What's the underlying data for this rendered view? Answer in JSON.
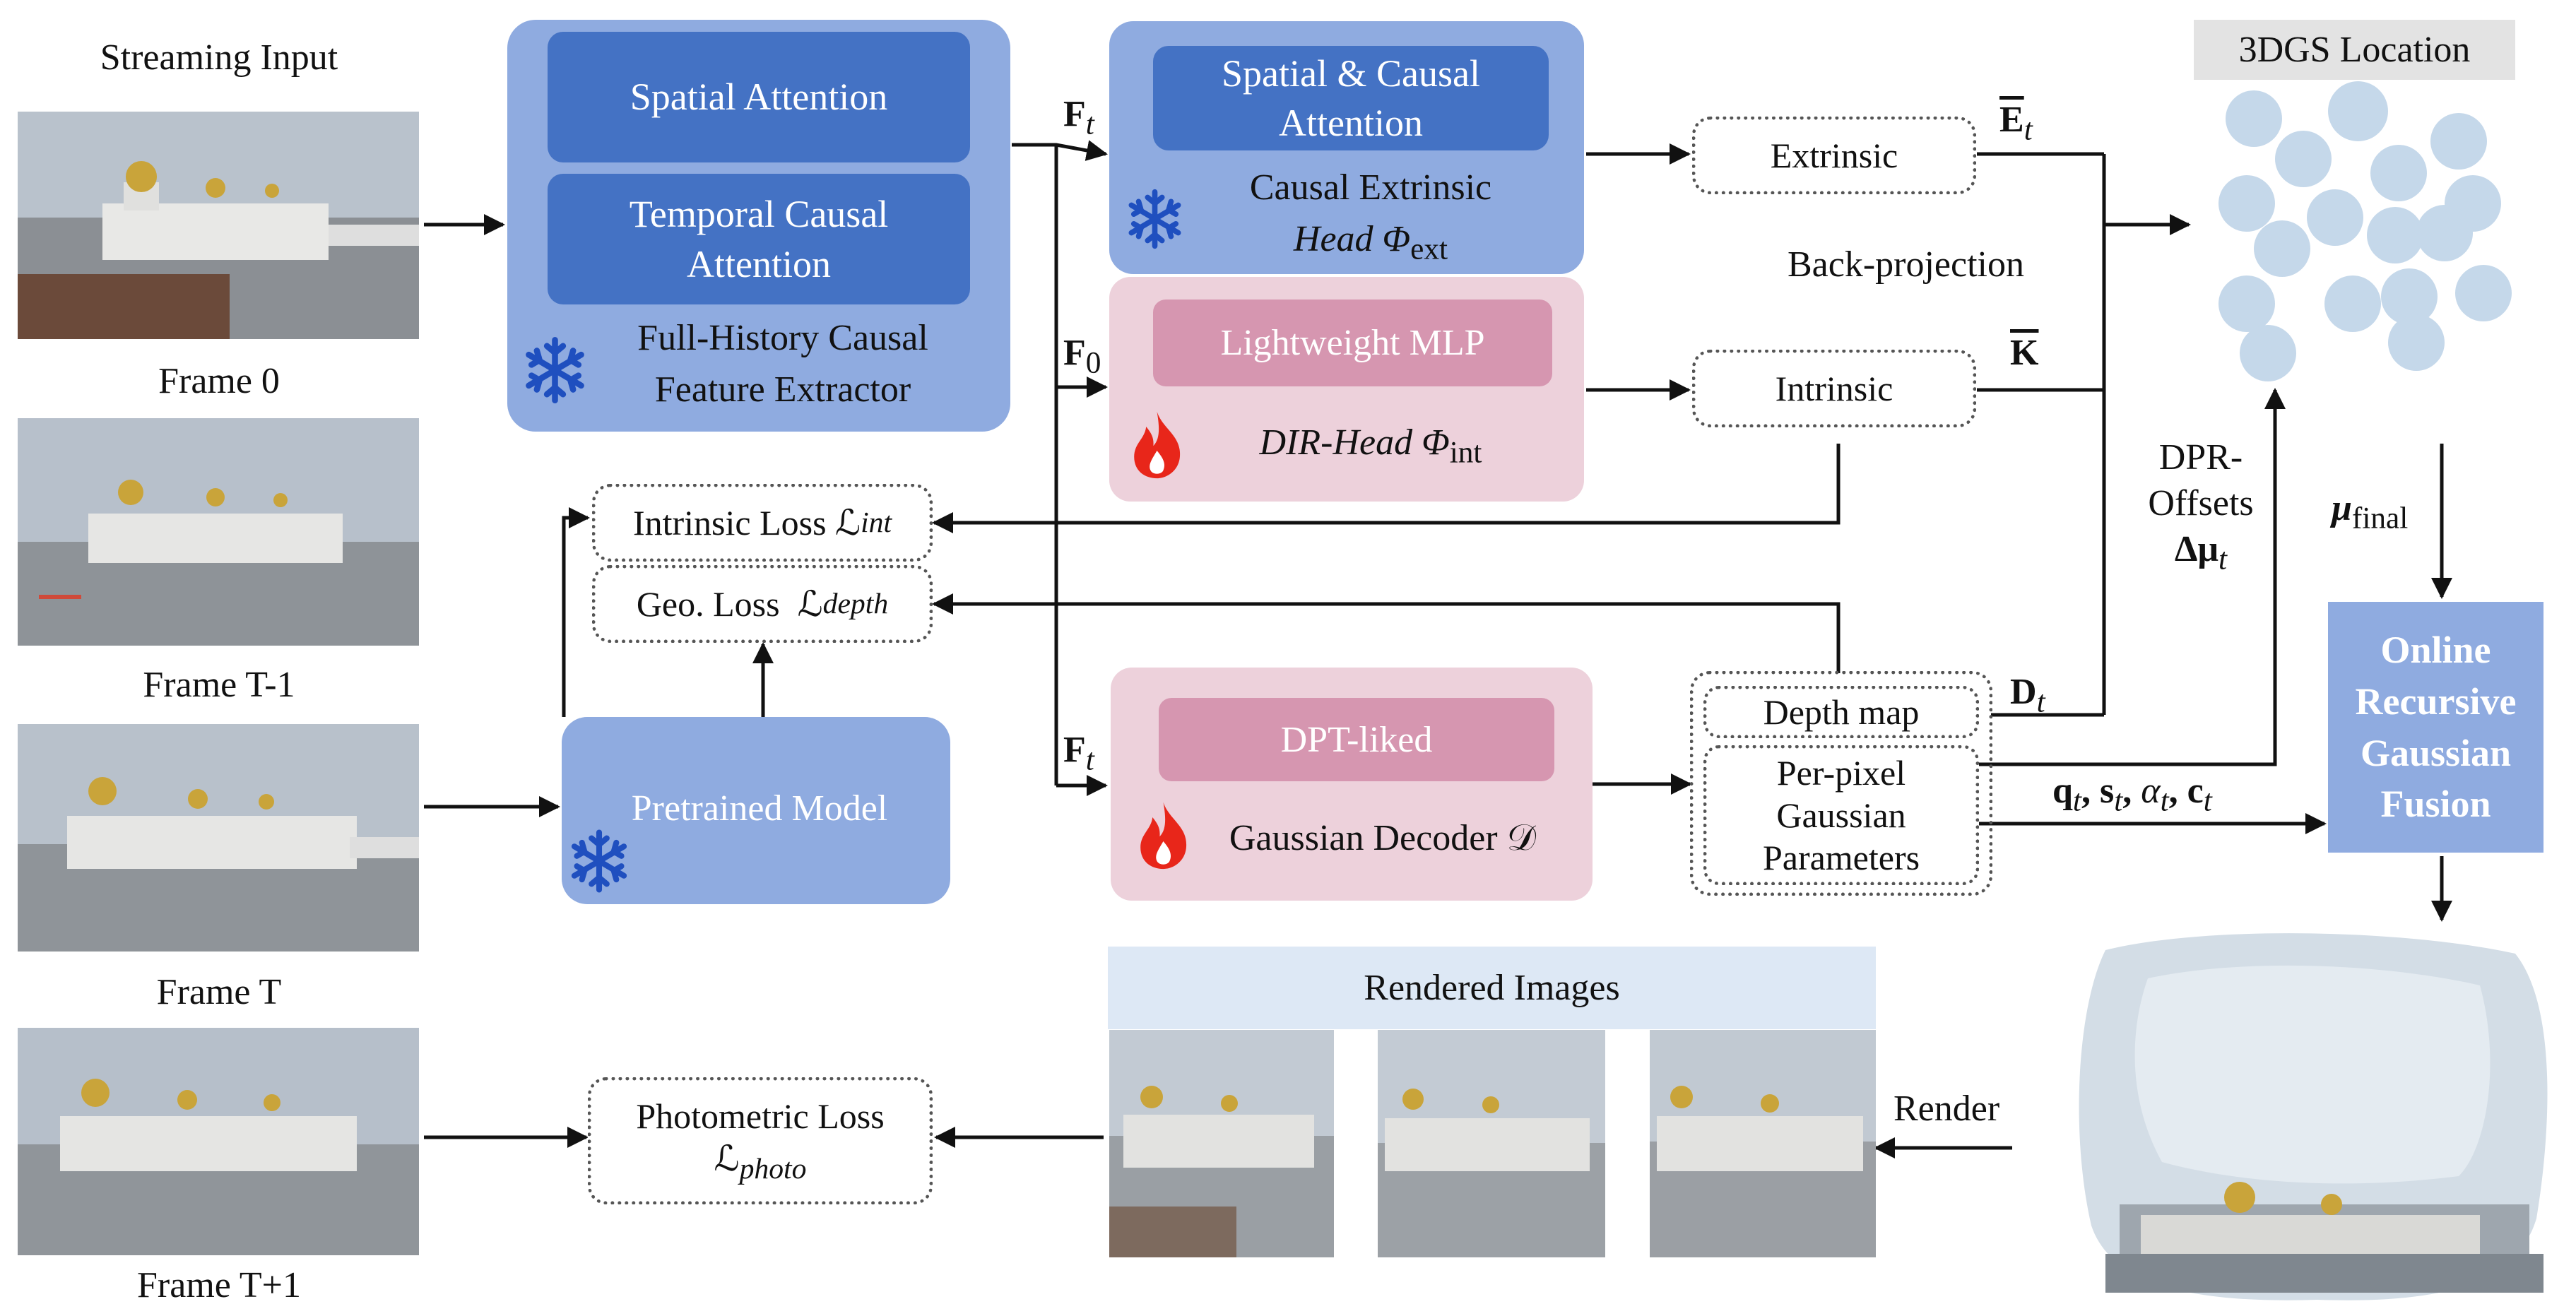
{
  "input": {
    "title": "Streaming Input",
    "frames": [
      "Frame 0",
      "Frame T-1",
      "Frame T",
      "Frame T+1"
    ]
  },
  "extractor": {
    "spatial": "Spatial Attention",
    "temporal": "Temporal Causal Attention",
    "label_line1": "Full-History Causal",
    "label_line2": "Feature Extractor"
  },
  "extrinsic_head": {
    "inner": "Spatial & Causal Attention",
    "label_line1": "Causal Extrinsic",
    "label_line2": "Head Φ",
    "label_sub": "ext"
  },
  "dir_head": {
    "inner": "Lightweight MLP",
    "label": "DIR-Head Φ",
    "label_sub": "int"
  },
  "decoder": {
    "inner": "DPT-liked",
    "label": "Gaussian Decoder 𝒟"
  },
  "pretrained": {
    "label": "Pretrained Model"
  },
  "boxes": {
    "extrinsic": "Extrinsic",
    "intrinsic": "Intrinsic",
    "intrinsic_loss": "Intrinsic Loss ℒ",
    "intrinsic_loss_sub": "int",
    "geo_loss": "Geo. Loss  ℒ",
    "geo_loss_sub": "depth",
    "depth_map": "Depth map",
    "gauss_params": "Per-pixel Gaussian Parameters",
    "photo_loss": "Photometric Loss",
    "photo_loss_sym": "ℒ",
    "photo_loss_sub": "photo"
  },
  "symbols": {
    "F": "F",
    "t": "t",
    "zero": "0",
    "E_hat": "E",
    "K_hat": "K",
    "D": "D",
    "mu": "μ",
    "final": "final",
    "gauss_attrs": "q",
    "s": "s",
    "alpha": "α",
    "c": "c"
  },
  "labels": {
    "back_projection": "Back-projection",
    "dpr_line1": "DPR-",
    "dpr_line2": "Offsets",
    "dpr_delta": "Δμ",
    "render": "Render",
    "rendered_images": "Rendered Images",
    "location": "3DGS Location"
  },
  "fusion": {
    "line1": "Online",
    "line2": "Recursive",
    "line3": "Gaussian",
    "line4": "Fusion"
  },
  "colors": {
    "blue_outer": "#8fabe0",
    "blue_inner": "#4472c4",
    "pink_outer": "#edd1db",
    "pink_inner": "#d696b0",
    "snowflake": "#1f4fbf",
    "flame": "#e8261a",
    "point": "#c5d8ea",
    "fusion": "#8fabe0"
  },
  "icons": {
    "frozen": "snowflake-icon",
    "trainable": "flame-icon"
  }
}
